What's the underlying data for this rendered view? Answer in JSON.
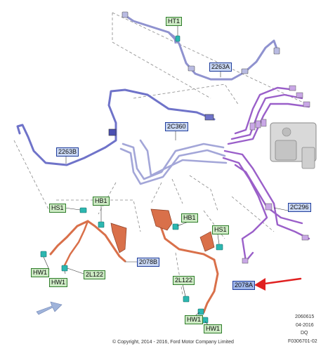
{
  "part_labels": {
    "ht1": "HT1",
    "p2263a": "2263A",
    "p2263b": "2263B",
    "p2c360": "2C360",
    "p2c296": "2C296",
    "p2078b": "2078B",
    "p2078a": "2078A",
    "p2l122_left": "2L122",
    "p2l122_right": "2L122"
  },
  "hardware_labels": {
    "hs1_left": "HS1",
    "hb1_left": "HB1",
    "hw1_left_a": "HW1",
    "hw1_left_b": "HW1",
    "hb1_right": "HB1",
    "hs1_right": "HS1",
    "hw1_right_a": "HW1",
    "hw1_right_b": "HW1"
  },
  "footer": {
    "code1": "2060615",
    "code2": "04-2016",
    "code3": "DQ",
    "code4": "F0306701-02",
    "copyright": "© Copyright, 2014 - 2016, Ford Motor Company Limited"
  },
  "colors": {
    "upper_line": "#8f92cf",
    "left_line": "#6f73c9",
    "center_line": "#a3a6d8",
    "purple_lines": "#9a5fc9",
    "hose": "#d9704a",
    "arrow": "#e02020"
  }
}
